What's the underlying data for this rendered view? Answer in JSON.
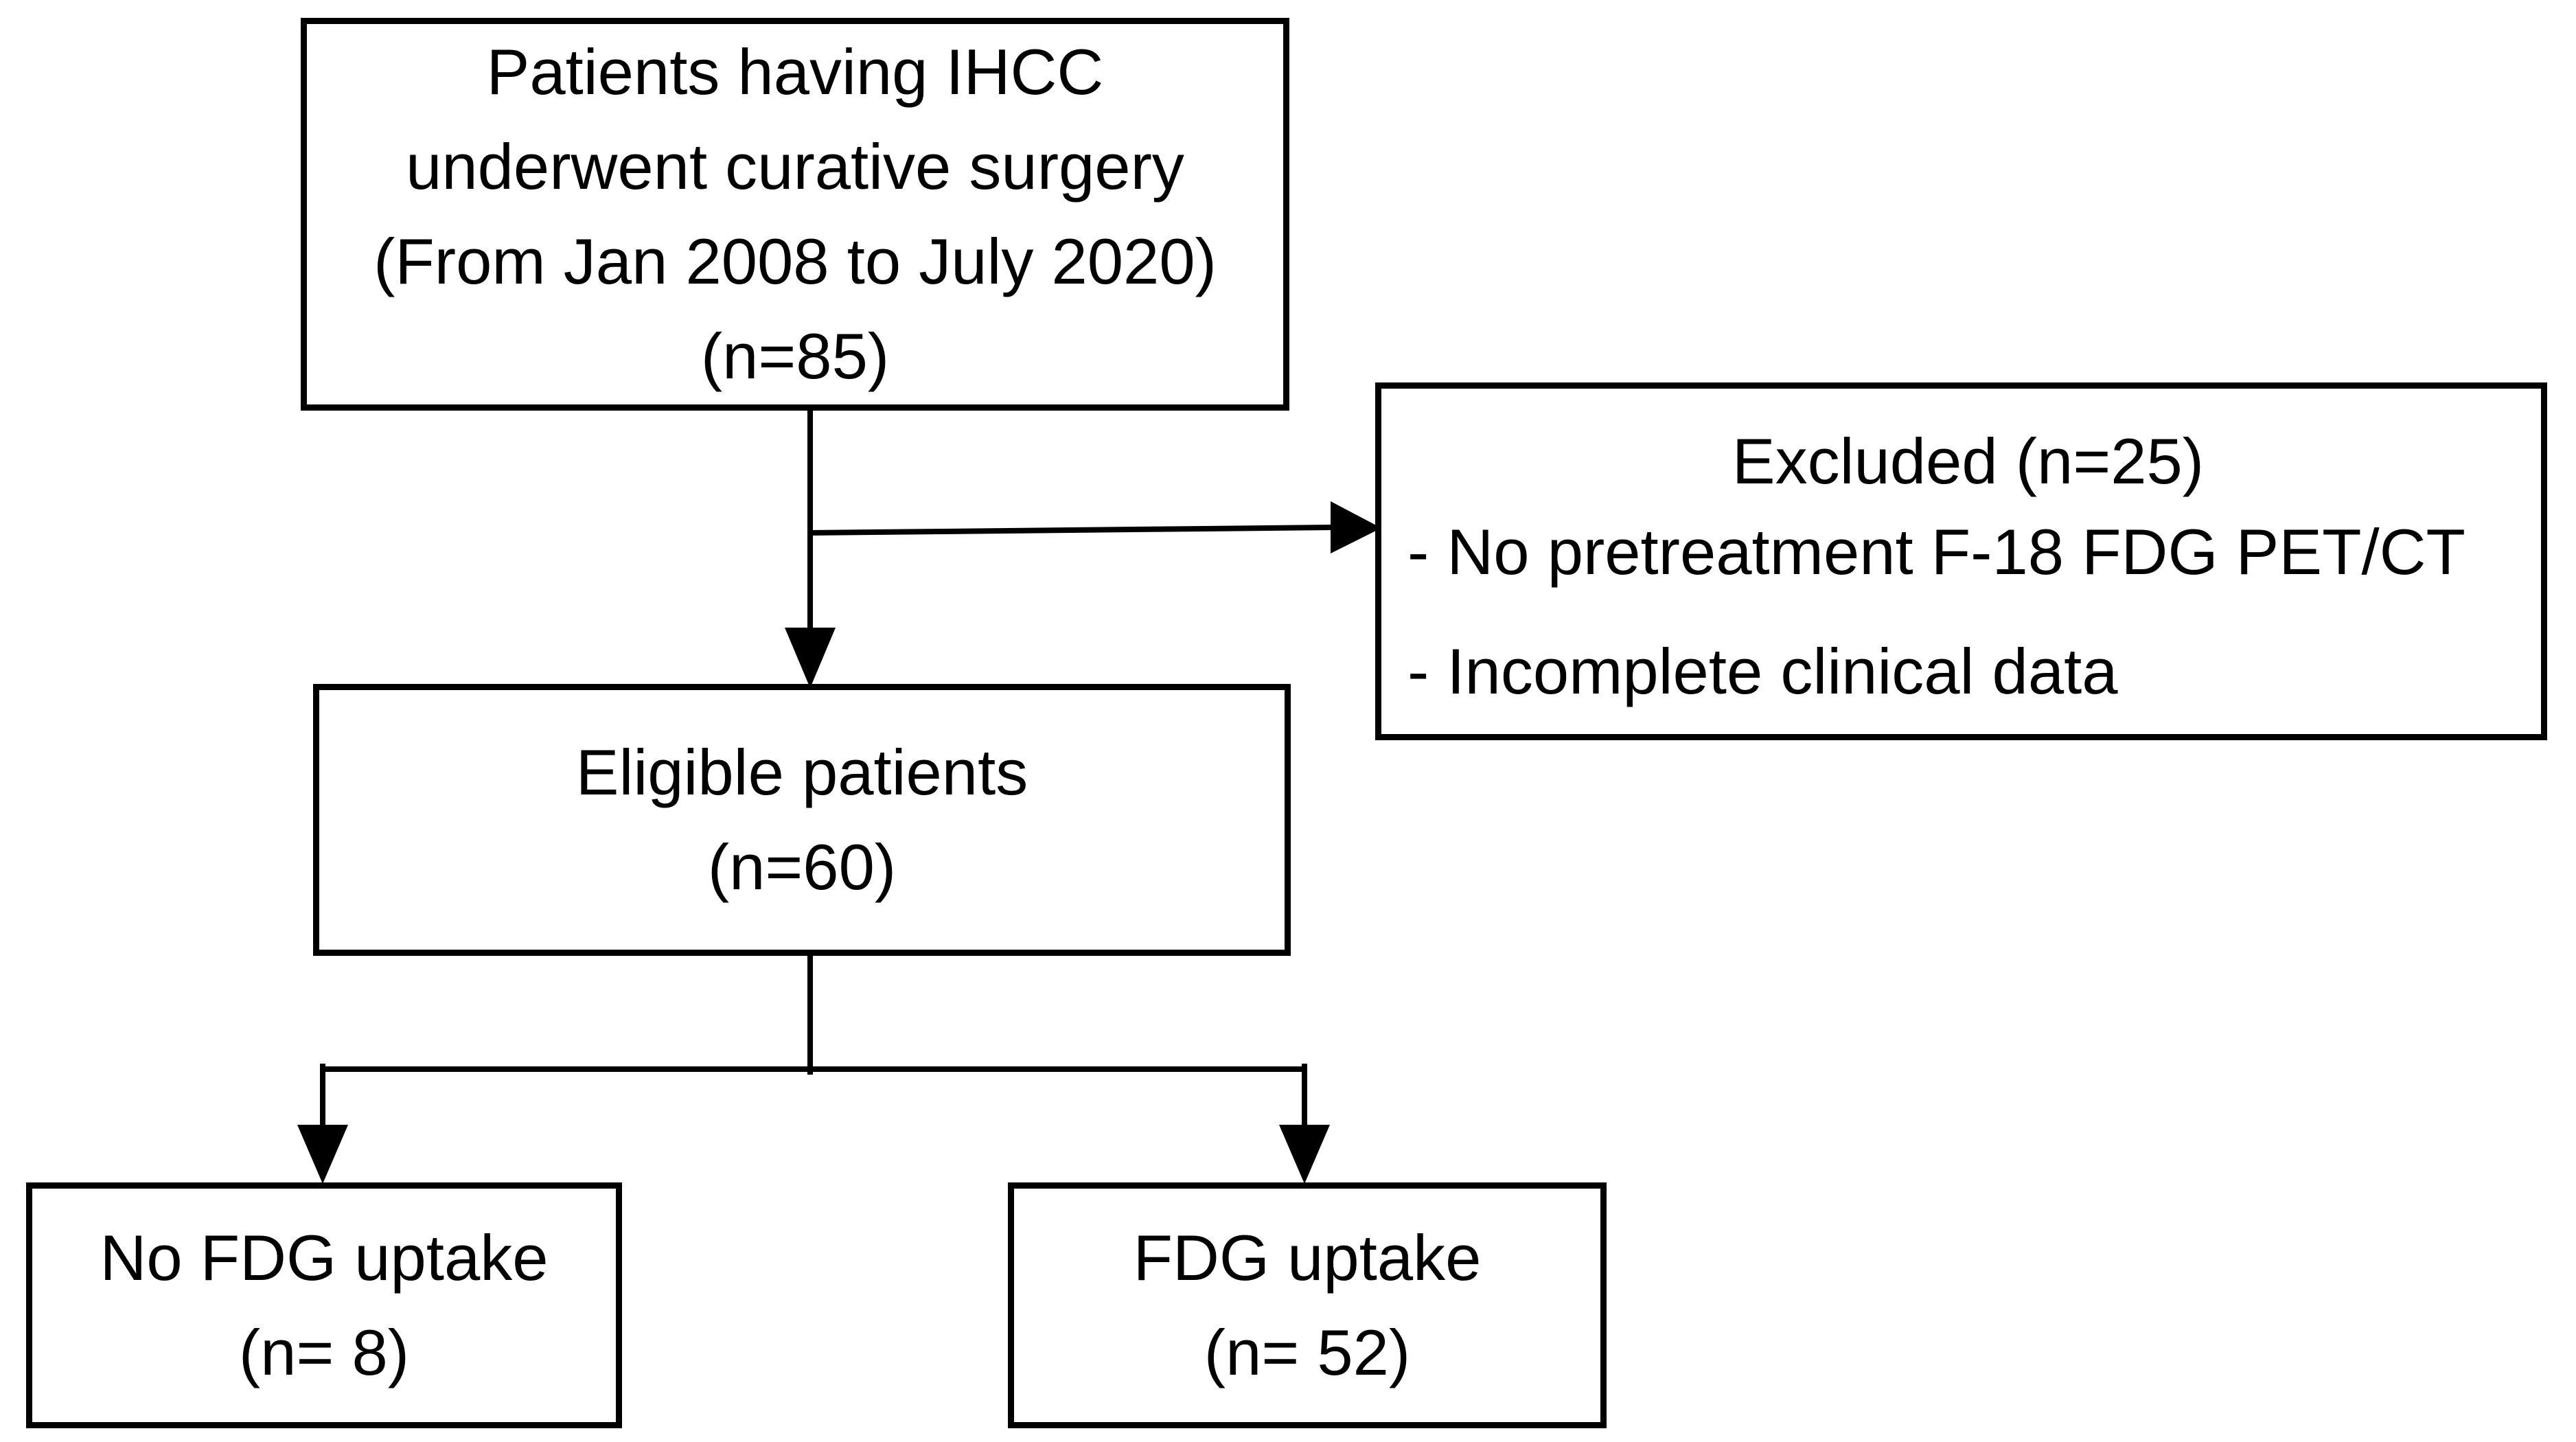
{
  "figure": {
    "background_color": "#ffffff",
    "line_color": "#000000",
    "nodes": {
      "initial": {
        "line1": "Patients having IHCC",
        "line2": "underwent curative surgery",
        "line3": "(From Jan 2008 to July 2020)",
        "line4": "(n=85)"
      },
      "excluded": {
        "title": "Excluded (n=25)",
        "bullet1": "- No pretreatment F-18 FDG PET/CT",
        "bullet2": "- Incomplete clinical data"
      },
      "eligible": {
        "line1": "Eligible patients",
        "line2": "(n=60)"
      },
      "no_fdg_uptake": {
        "line1": "No FDG uptake",
        "line2": "(n= 8)"
      },
      "fdg_uptake": {
        "line1": "FDG uptake",
        "line2": "(n= 52)"
      }
    }
  }
}
